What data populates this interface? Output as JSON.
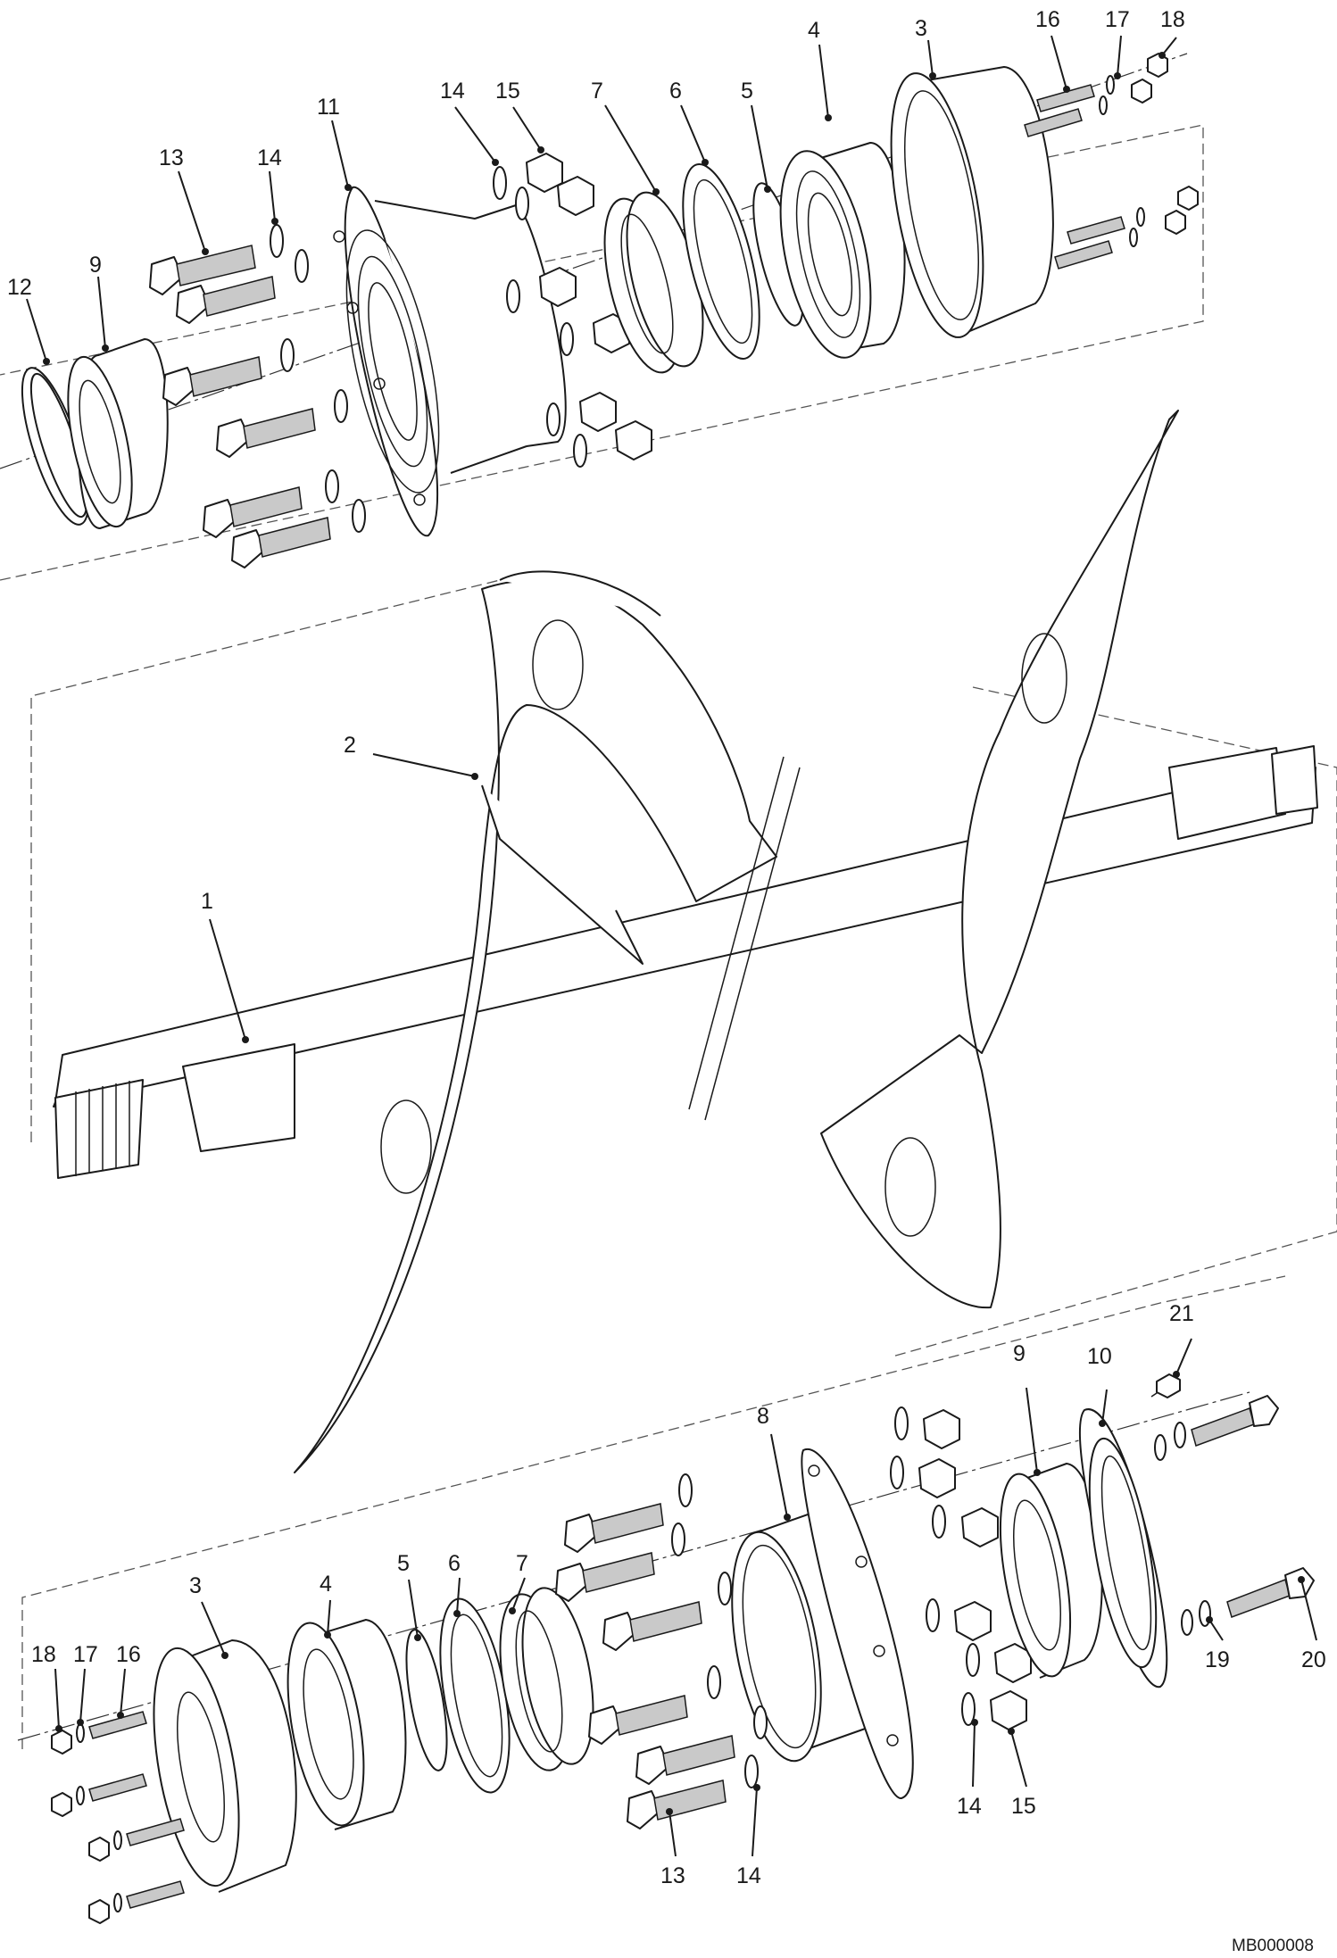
{
  "drawing_code": "MB000008",
  "callouts": {
    "top": [
      {
        "id": "c-top-12",
        "label": "12"
      },
      {
        "id": "c-top-9",
        "label": "9"
      },
      {
        "id": "c-top-13",
        "label": "13"
      },
      {
        "id": "c-top-14a",
        "label": "14"
      },
      {
        "id": "c-top-11",
        "label": "11"
      },
      {
        "id": "c-top-14b",
        "label": "14"
      },
      {
        "id": "c-top-15",
        "label": "15"
      },
      {
        "id": "c-top-7",
        "label": "7"
      },
      {
        "id": "c-top-6",
        "label": "6"
      },
      {
        "id": "c-top-5",
        "label": "5"
      },
      {
        "id": "c-top-4",
        "label": "4"
      },
      {
        "id": "c-top-3",
        "label": "3"
      },
      {
        "id": "c-top-16",
        "label": "16"
      },
      {
        "id": "c-top-17",
        "label": "17"
      },
      {
        "id": "c-top-18",
        "label": "18"
      }
    ],
    "middle": [
      {
        "id": "c-mid-1",
        "label": "1"
      },
      {
        "id": "c-mid-2",
        "label": "2"
      }
    ],
    "bottom": [
      {
        "id": "c-bot-21",
        "label": "21"
      },
      {
        "id": "c-bot-9",
        "label": "9"
      },
      {
        "id": "c-bot-10",
        "label": "10"
      },
      {
        "id": "c-bot-8",
        "label": "8"
      },
      {
        "id": "c-bot-3",
        "label": "3"
      },
      {
        "id": "c-bot-4",
        "label": "4"
      },
      {
        "id": "c-bot-5",
        "label": "5"
      },
      {
        "id": "c-bot-6",
        "label": "6"
      },
      {
        "id": "c-bot-7",
        "label": "7"
      },
      {
        "id": "c-bot-18",
        "label": "18"
      },
      {
        "id": "c-bot-17",
        "label": "17"
      },
      {
        "id": "c-bot-16",
        "label": "16"
      },
      {
        "id": "c-bot-19",
        "label": "19"
      },
      {
        "id": "c-bot-20",
        "label": "20"
      },
      {
        "id": "c-bot-14a",
        "label": "14"
      },
      {
        "id": "c-bot-15",
        "label": "15"
      },
      {
        "id": "c-bot-13",
        "label": "13"
      },
      {
        "id": "c-bot-14b",
        "label": "14"
      }
    ]
  }
}
